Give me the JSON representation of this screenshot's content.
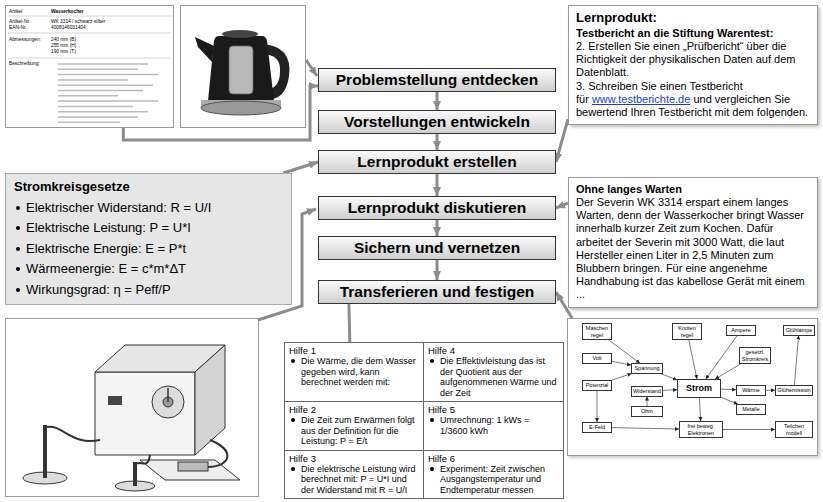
{
  "diagram": {
    "nodes": [
      {
        "text": [
          "Artikel",
          "Wasserkocher",
          "Artikel-Nr.",
          "WK 3314 / schwarz-silber",
          "EAN-Nr.",
          "4008146031404",
          "Abmessungen:",
          "240 mm (B)",
          "255 mm (H)",
          "190 mm (T)",
          "Beschreibung:"
        ]
      },
      {
        "text": [
          "Lernprodukt:",
          "Testbericht an die Stiftung Warentest:",
          "2. Erstellen Sie einen „Prüfbericht“ über die Richtigkeit der physikalischen Daten auf dem Datenblatt.",
          "3. Schreiben Sie einen Testbericht für",
          "www.testberichte.de",
          "und vergleichen Sie bewertend Ihren Testbericht mit dem folgenden."
        ]
      },
      {
        "text": [
          "Problemstellung entdecken"
        ]
      },
      {
        "text": [
          "Vorstellungen entwickeln"
        ]
      },
      {
        "text": [
          "Lernprodukt erstellen"
        ]
      },
      {
        "text": [
          "Stromkreisgesetze",
          "Elektrischer Widerstand: R = U/I",
          "Elektrische Leistung: P = U*I",
          "Elektrische Energie: E = P*t",
          "Wärmeenergie: E = c*m*ΔT",
          "Wirkungsgrad: η = Peff/P"
        ]
      },
      {
        "text": [
          "Lernprodukt diskutieren"
        ]
      },
      {
        "text": [
          "Ohne langes Warten",
          "Der Severin WK 3314 erspart einem langes Warten, denn der Wasserkocher bringt Wasser innerhalb kurzer Zeit zum Kochen. Dafür arbeitet der Severin mit 3000 Watt, die laut Hersteller einen Liter in 2,5 Minuten zum Blubbern bringen. Für eine angenehme Handhabung ist das kabellose Gerät mit einem ..."
        ]
      },
      {
        "text": [
          "Sichern und vernetzen"
        ]
      },
      {
        "text": [
          "Transferieren und festigen"
        ]
      },
      {
        "text": []
      },
      {
        "text": [
          "Hilfe 1",
          "Die Wärme, die dem Wasser gegeben wird, kann berechnet werden mit:"
        ],
        "in": 10
      },
      {
        "text": [
          "Hilfe 4",
          "Die Effektivleistung das ist der Quotient aus der aufgenommenen Wärme und der Zeit"
        ],
        "in": 10
      },
      {
        "text": [
          "Hilfe 2",
          "Die Zeit zum Erwärmen folgt aus der Definition für die Leistung: P = E/t"
        ],
        "in": 10
      },
      {
        "text": [
          "Hilfe 5",
          "Umrechnung: 1 kWs = 1/3600 kWh"
        ],
        "in": 10
      },
      {
        "text": [
          "Hilfe 3",
          "Die elektrische Leistung wird berechnet mit: P = U*I und der Widerstand mit R = U/I"
        ],
        "in": 10
      },
      {
        "text": [
          "Hilfe 6",
          "Experiment: Zeit zwischen Ausgangstemperatur und Endtemperatur messen"
        ],
        "in": 10
      },
      {
        "text": []
      },
      {
        "text": [
          "Maschen regel"
        ],
        "in": 17
      },
      {
        "text": [
          "Knoten regel"
        ],
        "in": 17
      },
      {
        "text": [
          "Ampere"
        ],
        "in": 17
      },
      {
        "text": [
          "Glühlampe"
        ],
        "in": 17
      },
      {
        "text": [
          "Volt"
        ],
        "in": 17
      },
      {
        "text": [
          "gesetzl. Stromkreis"
        ],
        "in": 17
      },
      {
        "text": [
          "Spannung"
        ],
        "in": 17
      },
      {
        "text": [
          "Potenzial"
        ],
        "in": 17
      },
      {
        "text": [
          "Strom"
        ],
        "in": 17
      },
      {
        "text": [
          "Wärme"
        ],
        "in": 17
      },
      {
        "text": [
          "Glühemission"
        ],
        "in": 17
      },
      {
        "text": [
          "Widerstand"
        ],
        "in": 17
      },
      {
        "text": [
          "Metalle"
        ],
        "in": 17
      },
      {
        "text": [
          "Ohm"
        ],
        "in": 17
      },
      {
        "text": [
          "E-Feld"
        ],
        "in": 17
      },
      {
        "text": [
          "frei beweg. Elektronen"
        ],
        "in": 17
      },
      {
        "text": [
          "Teilchen modell"
        ],
        "in": 17
      }
    ],
    "edges": [
      {
        "from": 2,
        "to": 3,
        "arrow": "to"
      },
      {
        "from": 3,
        "to": 4,
        "arrow": "to"
      },
      {
        "from": 4,
        "to": 6,
        "arrow": "to"
      },
      {
        "from": 6,
        "to": 8,
        "arrow": "to"
      },
      {
        "from": 8,
        "to": 9,
        "arrow": "to"
      },
      {
        "from": 0,
        "to": 2,
        "arrow": "to"
      },
      {
        "from": 1,
        "to": 4,
        "arrow": "to"
      },
      {
        "from": 5,
        "to": 4,
        "arrow": "to"
      },
      {
        "from": 7,
        "to": 6,
        "arrow": "to"
      },
      {
        "from": 10,
        "to": 9,
        "arrow": "none"
      },
      {
        "from": 17,
        "to": 9,
        "arrow": "to"
      },
      {
        "from": 18,
        "to": 24,
        "arrow": "to"
      },
      {
        "from": 22,
        "to": 24,
        "arrow": "to"
      },
      {
        "from": 25,
        "to": 24,
        "arrow": "to"
      },
      {
        "from": 24,
        "to": 26,
        "arrow": "to"
      },
      {
        "from": 29,
        "to": 26,
        "arrow": "to"
      },
      {
        "from": 19,
        "to": 26,
        "arrow": "to"
      },
      {
        "from": 20,
        "to": 26,
        "arrow": "to"
      },
      {
        "from": 23,
        "to": 26,
        "arrow": "to"
      },
      {
        "from": 26,
        "to": 27,
        "arrow": "to"
      },
      {
        "from": 27,
        "to": 28,
        "arrow": "to"
      },
      {
        "from": 28,
        "to": 21,
        "arrow": "to"
      },
      {
        "from": 26,
        "to": 30,
        "arrow": "to"
      },
      {
        "from": 26,
        "to": 33,
        "arrow": "to"
      },
      {
        "from": 32,
        "to": 33,
        "arrow": "to"
      },
      {
        "from": 33,
        "to": 34,
        "arrow": "to"
      },
      {
        "from": 25,
        "to": 32,
        "arrow": "to"
      },
      {
        "from": 31,
        "to": 29,
        "arrow": "to"
      }
    ]
  }
}
